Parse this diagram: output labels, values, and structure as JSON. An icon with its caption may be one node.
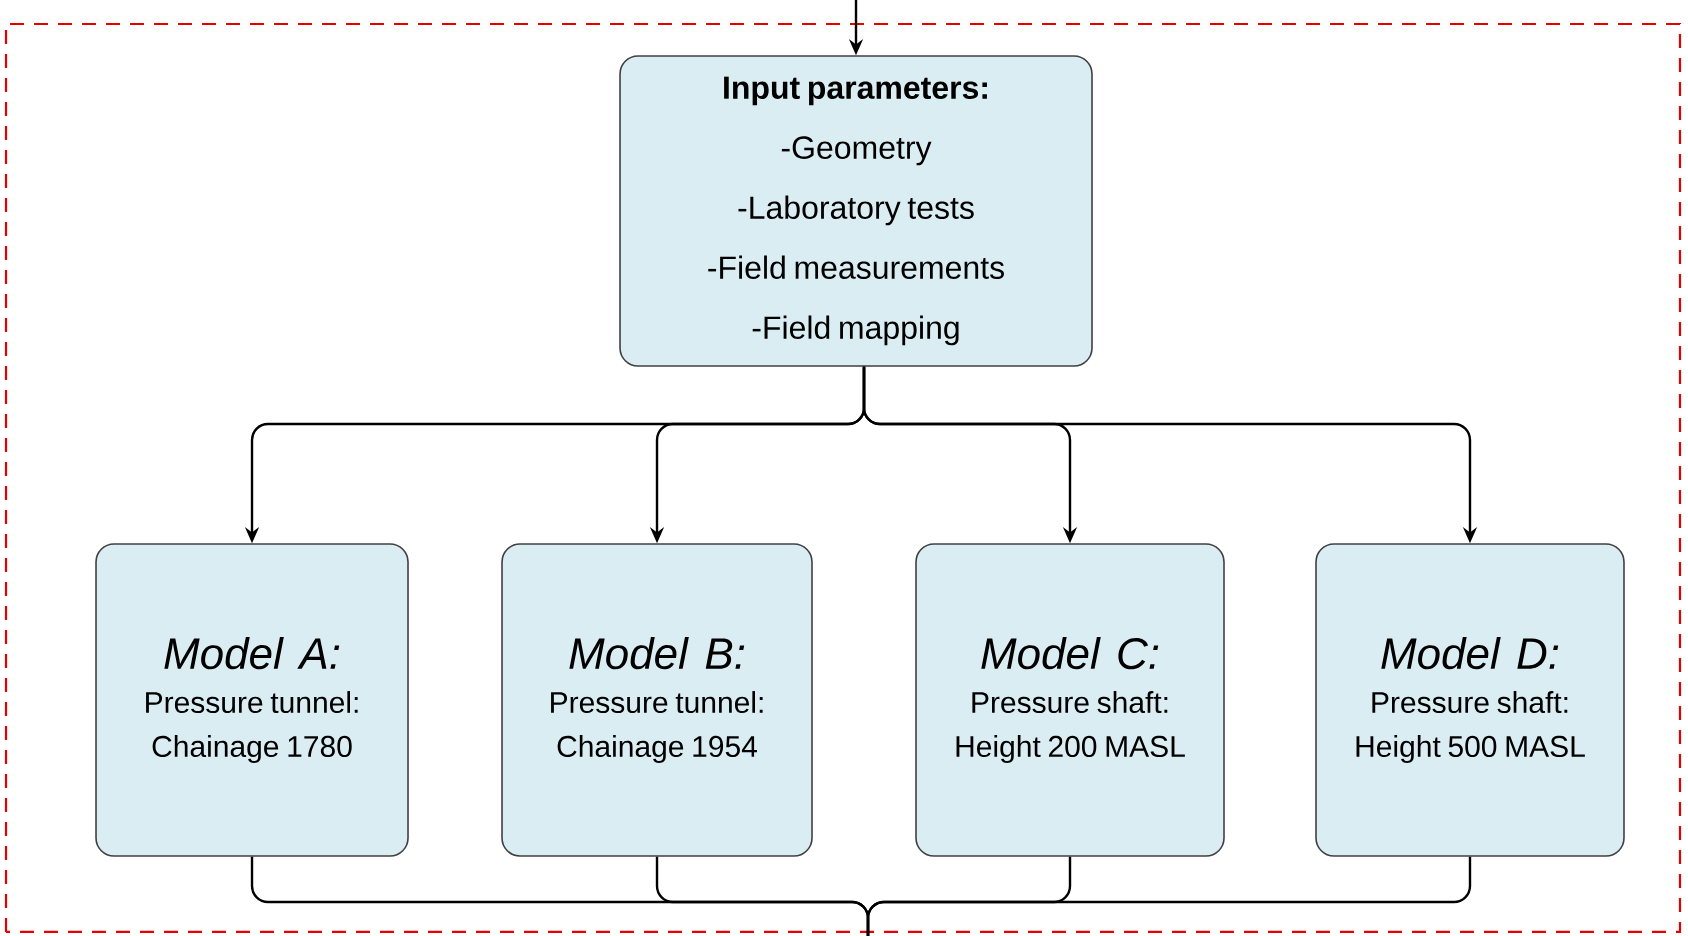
{
  "diagram": {
    "nodes": [
      {
        "text": [
          "Input parameters:",
          "-Geometry",
          "-Laboratory tests",
          "-Field measurements",
          "-Field mapping"
        ]
      },
      {
        "text": [
          "Model A:",
          "Pressure tunnel: Chainage 1780"
        ]
      },
      {
        "text": [
          "Model B:",
          "Pressure tunnel: Chainage 1954"
        ]
      },
      {
        "text": [
          "Model C:",
          "Pressure shaft: Height 200 MASL"
        ]
      },
      {
        "text": [
          "Model D:",
          "Pressure shaft: Height 500 MASL"
        ]
      }
    ],
    "edges": [
      {
        "from": null,
        "to": 0,
        "arrow": "to"
      },
      {
        "from": 0,
        "to": 1,
        "arrow": "to"
      },
      {
        "from": 0,
        "to": 2,
        "arrow": "to"
      },
      {
        "from": 0,
        "to": 3,
        "arrow": "to"
      },
      {
        "from": 0,
        "to": 4,
        "arrow": "to"
      },
      {
        "from": 1,
        "to": null,
        "arrow": "none"
      },
      {
        "from": 2,
        "to": null,
        "arrow": "none"
      },
      {
        "from": 3,
        "to": null,
        "arrow": "none"
      },
      {
        "from": 4,
        "to": null,
        "arrow": "none"
      }
    ]
  }
}
